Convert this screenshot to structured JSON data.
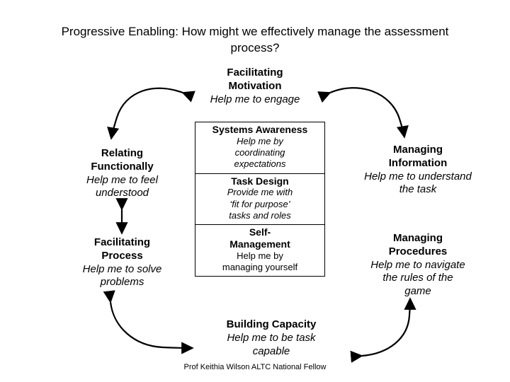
{
  "title": "Progressive Enabling: How might we effectively manage the assessment process?",
  "nodes": {
    "facilitating_motivation": {
      "heading_line1": "Facilitating",
      "heading_line2": "Motivation",
      "sub": "Help me to engage"
    },
    "relating_functionally": {
      "heading_line1": "Relating",
      "heading_line2": "Functionally",
      "sub_line1": "Help me to feel",
      "sub_line2": "understood"
    },
    "facilitating_process": {
      "heading_line1": "Facilitating",
      "heading_line2": "Process",
      "sub_line1": "Help me to solve",
      "sub_line2": "problems"
    },
    "managing_information": {
      "heading_line1": "Managing",
      "heading_line2": "Information",
      "sub_line1": "Help me to understand",
      "sub_line2": "the task"
    },
    "managing_procedures": {
      "heading_line1": "Managing",
      "heading_line2": "Procedures",
      "sub_line1": "Help me to navigate",
      "sub_line2": "the rules of the",
      "sub_line3": "game"
    },
    "building_capacity": {
      "heading": "Building Capacity",
      "sub_line1": "Help me to be task",
      "sub_line2": "capable"
    }
  },
  "center_table": {
    "rows": [
      {
        "heading": "Systems Awareness",
        "sub_line1": "Help me by",
        "sub_line2": "coordinating",
        "sub_line3": "expectations"
      },
      {
        "heading": "Task Design",
        "sub_line1": "Provide me with",
        "sub_line2": "‘fit for purpose’",
        "sub_line3": "tasks and roles"
      },
      {
        "heading_line1": "Self-",
        "heading_line2": "Management",
        "sub_line1": "Help me by",
        "sub_line2": "managing yourself"
      }
    ]
  },
  "credit": "Prof Keithia Wilson ALTC National Fellow",
  "colors": {
    "background": "#ffffff",
    "foreground": "#000000"
  }
}
